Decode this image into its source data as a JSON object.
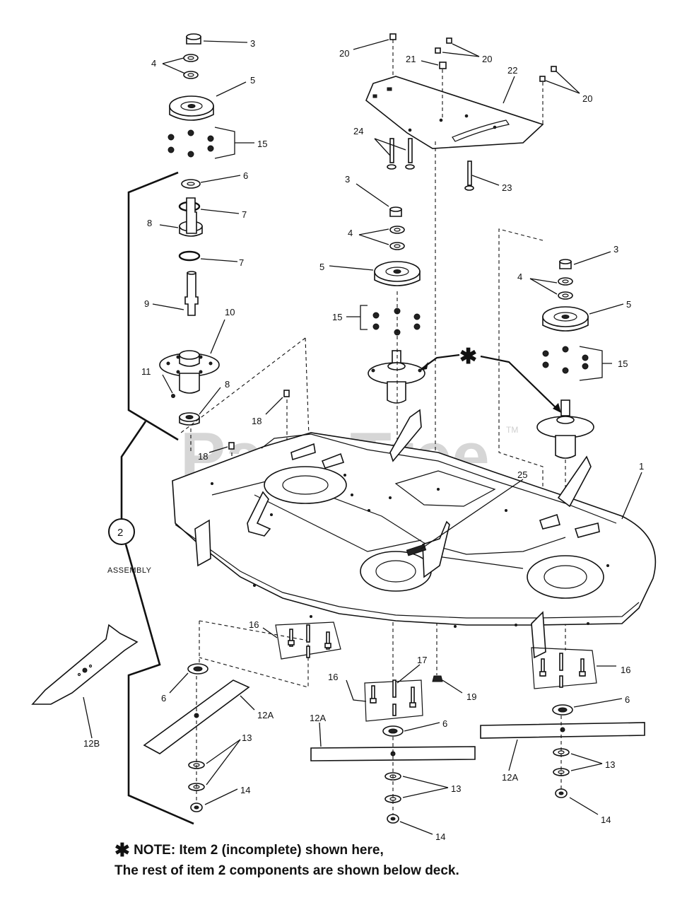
{
  "watermark": {
    "text": "PartsTree",
    "tm": "TM"
  },
  "callouts": {
    "c1": "1",
    "c3a": "3",
    "c3b": "3",
    "c3c": "3",
    "c4a": "4",
    "c4b": "4",
    "c4c": "4",
    "c5a": "5",
    "c5b": "5",
    "c5c": "5",
    "c6a": "6",
    "c6b": "6",
    "c6c": "6",
    "c6d": "6",
    "c7a": "7",
    "c7b": "7",
    "c8a": "8",
    "c8b": "8",
    "c9": "9",
    "c10": "10",
    "c11": "11",
    "c12a1": "12A",
    "c12a2": "12A",
    "c12a3": "12A",
    "c12b": "12B",
    "c13a": "13",
    "c13b": "13",
    "c13c": "13",
    "c14a": "14",
    "c14b": "14",
    "c14c": "14",
    "c15a": "15",
    "c15b": "15",
    "c15c": "15",
    "c16a": "16",
    "c16b": "16",
    "c16c": "16",
    "c17": "17",
    "c18a": "18",
    "c18b": "18",
    "c19": "19",
    "c20a": "20",
    "c20b": "20",
    "c20c": "20",
    "c21": "21",
    "c22": "22",
    "c23": "23",
    "c24": "24",
    "c25": "25",
    "asterisk": "✱"
  },
  "assembly": {
    "number": "2",
    "label": "ASSEMBLY"
  },
  "note": {
    "star": "✱",
    "line1": "NOTE: Item 2 (incomplete) shown here,",
    "line2": "The rest of item 2 components are shown below deck."
  }
}
